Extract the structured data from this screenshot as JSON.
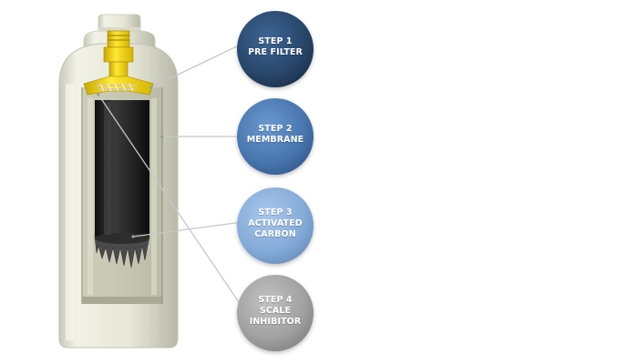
{
  "steps": [
    {
      "line1": "STEP 1",
      "line2": "PRE FILTER",
      "line3": "",
      "color": "#2a4a70"
    },
    {
      "line1": "STEP 2",
      "line2": "MEMBRANE",
      "line3": "",
      "color": "#4a79b3"
    },
    {
      "line1": "STEP 3",
      "line2": "ACTIVATED",
      "line3": "CARBON",
      "color": "#86addb"
    },
    {
      "line1": "STEP 4",
      "line2": "SCALE",
      "line3": "INHIBITOR",
      "color": "#a3a3a3"
    }
  ],
  "colors": {
    "housing": "#e9eadb",
    "cap": "#f3d200",
    "core": "#1f1f1f"
  }
}
